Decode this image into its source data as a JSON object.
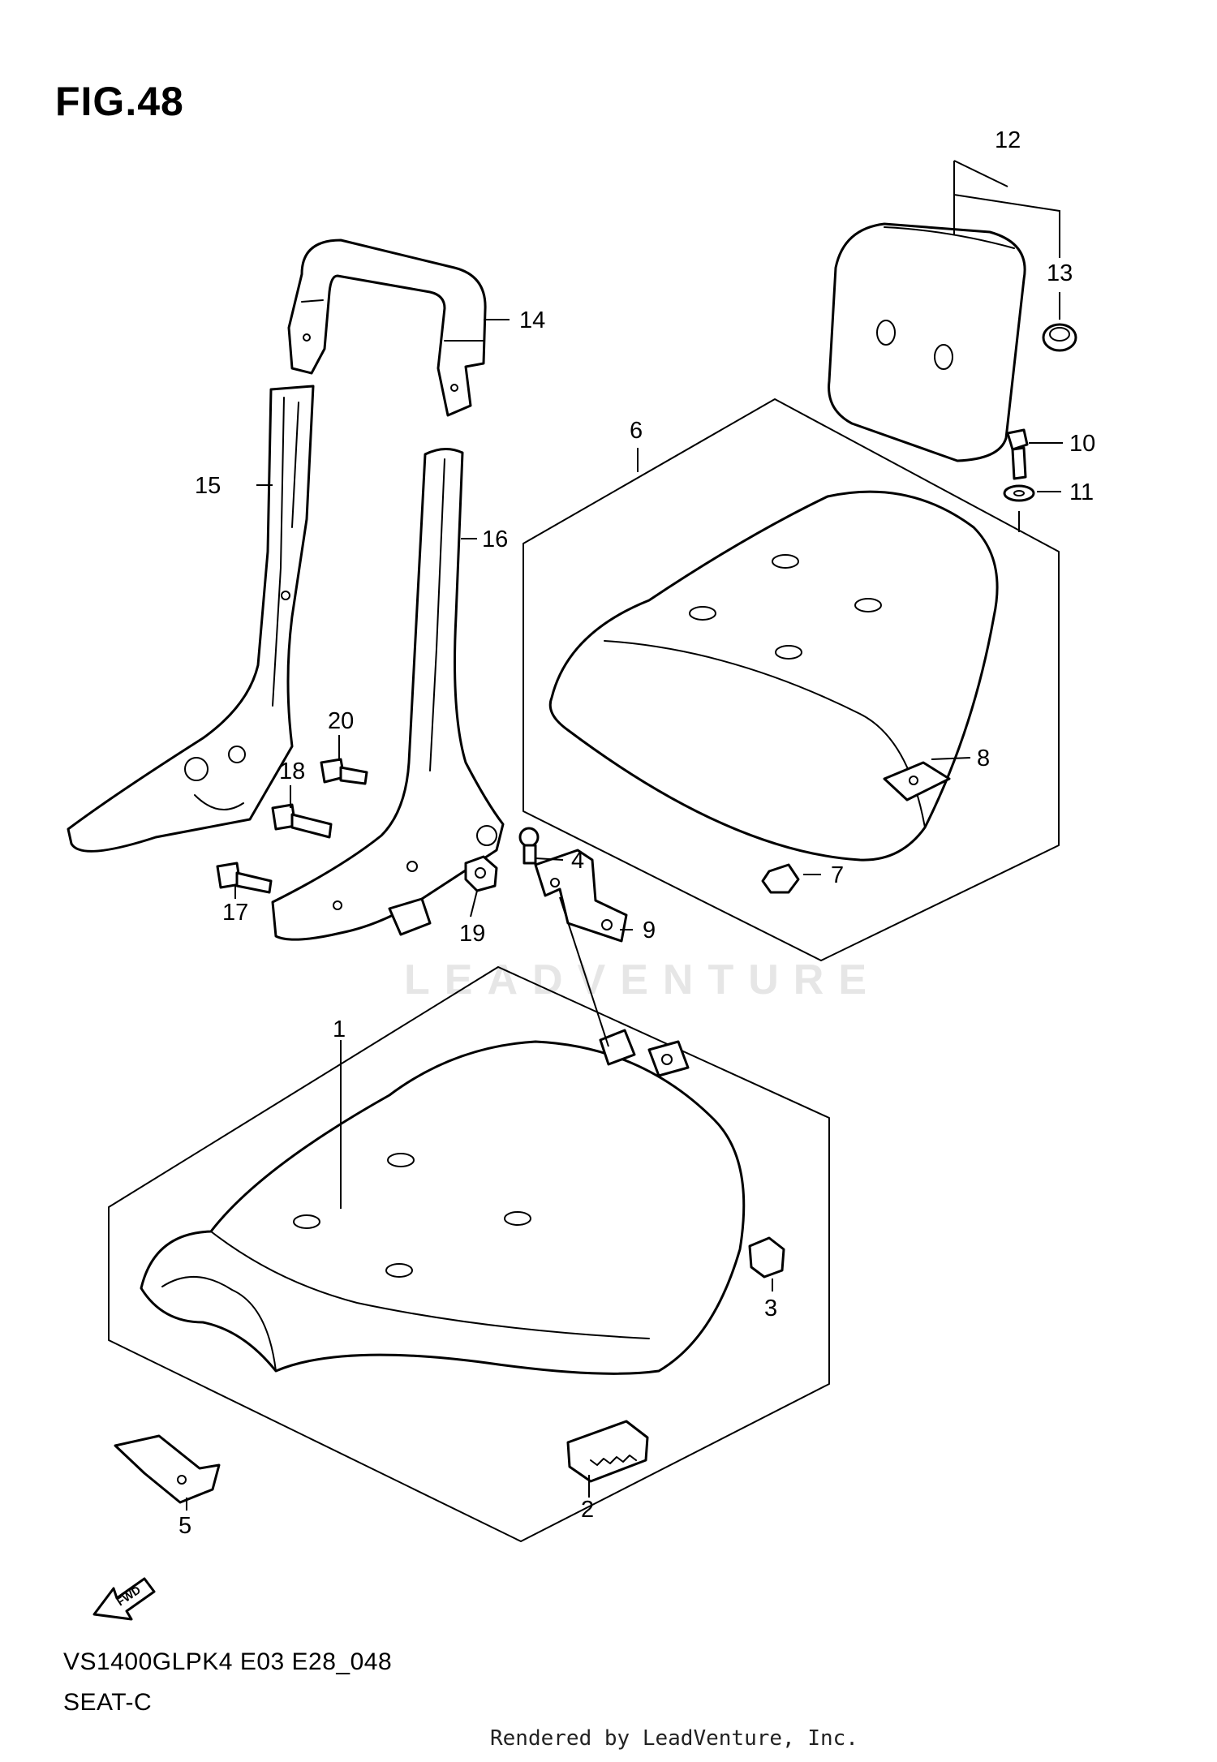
{
  "figure_title": "FIG.48",
  "model_code": "VS1400GLPK4 E03 E28_048",
  "section_name": "SEAT-C",
  "credit": "Rendered by LeadVenture, Inc.",
  "watermark": "LEADVENTURE",
  "fwd_label": "FWD",
  "callouts": {
    "c1": "1",
    "c2": "2",
    "c3": "3",
    "c4": "4",
    "c5": "5",
    "c6": "6",
    "c7": "7",
    "c8": "8",
    "c9": "9",
    "c10": "10",
    "c11": "11",
    "c12": "12",
    "c13": "13",
    "c14": "14",
    "c15": "15",
    "c16": "16",
    "c17": "17",
    "c18": "18",
    "c19": "19",
    "c20": "20"
  }
}
